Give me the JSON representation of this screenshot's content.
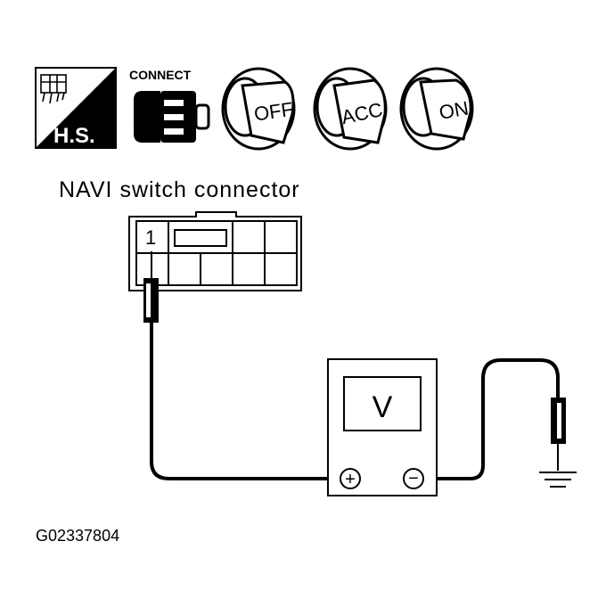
{
  "icons": {
    "hs_label": "H.S.",
    "connect_label": "CONNECT",
    "key_off_label": "OFF",
    "key_acc_label": "ACC",
    "key_on_label": "ON"
  },
  "connector": {
    "title": "NAVI switch connector",
    "pin_label": "1"
  },
  "voltmeter": {
    "symbol": "V",
    "positive_terminal": "+",
    "negative_terminal": "−"
  },
  "figure_id": "G02337804"
}
